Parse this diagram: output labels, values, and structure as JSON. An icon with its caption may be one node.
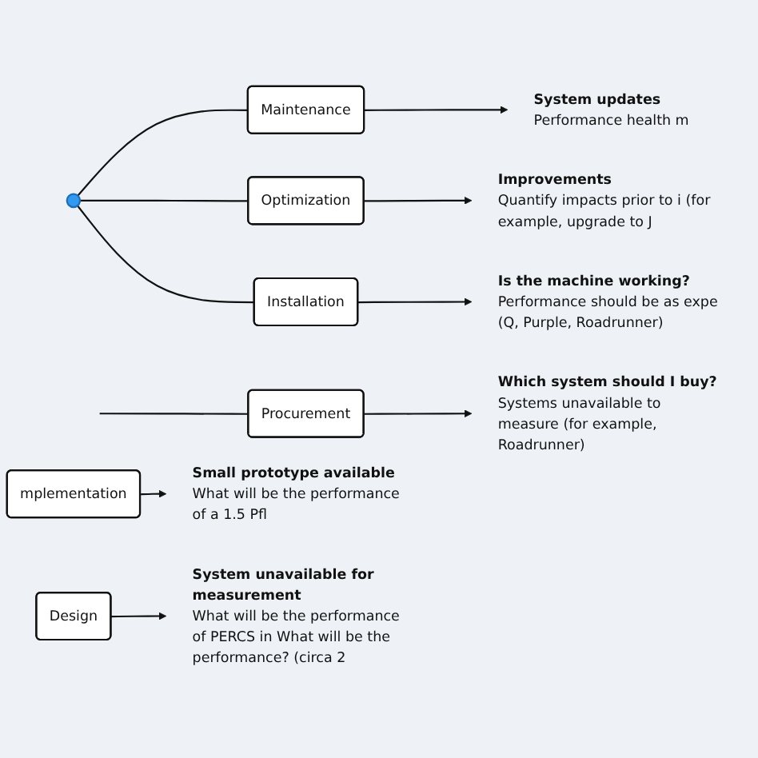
{
  "diagram": {
    "nodes": [
      {
        "text": [
          "Maintenance"
        ]
      },
      {
        "text": [
          "System updates",
          "Performance health m"
        ]
      },
      {
        "text": [],
        "shape": "circle"
      },
      {
        "text": [
          "Optimization"
        ]
      },
      {
        "text": [
          "Improvements",
          "Quantify impacts prior to i (for example, upgrade to J"
        ]
      },
      {
        "text": [
          "Installation"
        ]
      },
      {
        "text": [
          "Is the machine working?",
          "Performance should be as expe (Q, Purple, Roadrunner)"
        ]
      },
      {
        "text": [
          "Procurement"
        ]
      },
      {
        "text": [
          "Which system should I buy?",
          "Systems unavailable to measure (for example, Roadrunner)"
        ]
      },
      {
        "text": [
          "mplementation"
        ]
      },
      {
        "text": [
          "Small prototype available",
          "What will be the performance of a 1.5 Pfl"
        ]
      },
      {
        "text": [
          "Design"
        ]
      },
      {
        "text": [
          "System unavailable for measurement",
          "What will be the performance of PERCS in What will be the performance? (circa 2"
        ]
      }
    ],
    "edges": [
      {
        "from": 2,
        "to": 0,
        "arrow": "none"
      },
      {
        "from": 2,
        "to": 3,
        "arrow": "none"
      },
      {
        "from": 2,
        "to": 5,
        "arrow": "none"
      },
      {
        "from": null,
        "to": 7,
        "arrow": "none"
      },
      {
        "from": 0,
        "to": 1,
        "arrow": "to"
      },
      {
        "from": 3,
        "to": 4,
        "arrow": "to"
      },
      {
        "from": 5,
        "to": 6,
        "arrow": "to"
      },
      {
        "from": 7,
        "to": 8,
        "arrow": "to"
      },
      {
        "from": 9,
        "to": 10,
        "arrow": "to"
      },
      {
        "from": 11,
        "to": 12,
        "arrow": "to"
      }
    ]
  }
}
